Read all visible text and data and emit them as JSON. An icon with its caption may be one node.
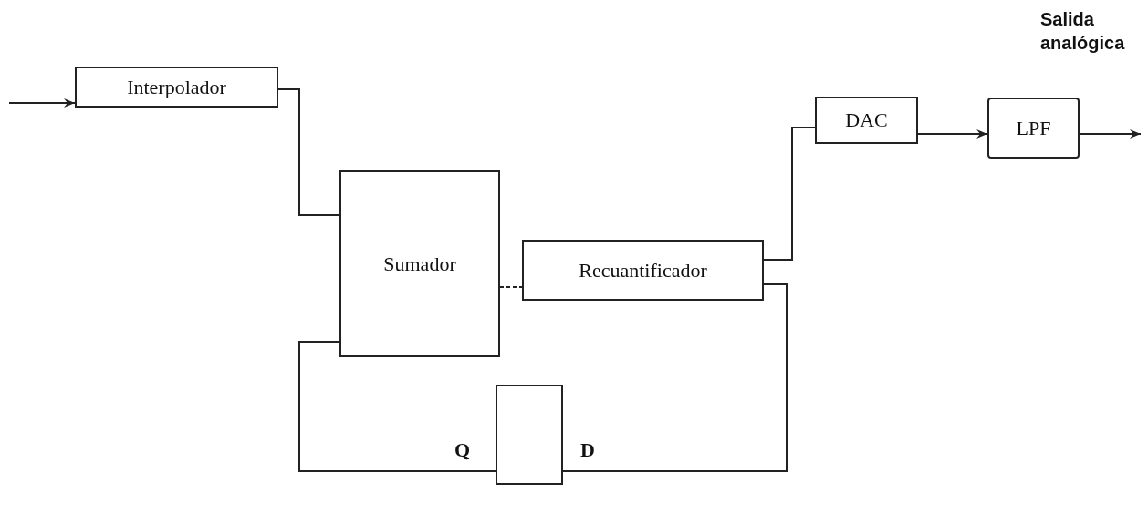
{
  "diagram": {
    "nodes": [
      {
        "text": [
          "Interpolador"
        ]
      },
      {
        "text": [
          "Sumador"
        ]
      },
      {
        "text": [
          "Recuantificador"
        ]
      },
      {
        "text": [
          "DAC"
        ]
      },
      {
        "text": [
          "LPF"
        ]
      },
      {
        "text": [],
        "shape": "box"
      }
    ],
    "edges": [
      {
        "from": null,
        "to": 0,
        "arrow": "to"
      },
      {
        "from": 0,
        "to": 1,
        "arrow": "none"
      },
      {
        "from": 1,
        "to": 2,
        "arrow": "none",
        "style": "dashed"
      },
      {
        "from": 2,
        "to": 3,
        "arrow": "none"
      },
      {
        "from": 3,
        "to": 4,
        "arrow": "to"
      },
      {
        "from": 4,
        "to": null,
        "arrow": "to"
      },
      {
        "from": 2,
        "to": 5,
        "arrow": "none"
      },
      {
        "from": 5,
        "to": 1,
        "arrow": "none"
      }
    ],
    "labels": [
      "Salida analógica",
      "Q",
      "D"
    ]
  }
}
